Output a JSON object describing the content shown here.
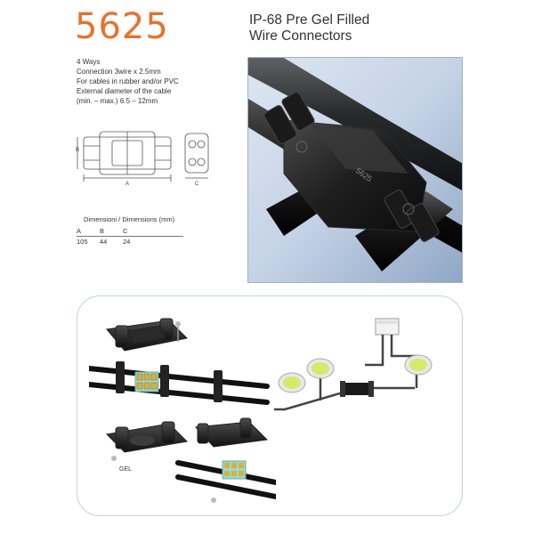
{
  "header": {
    "model_number": "5625",
    "title_line1": "IP-68 Pre Gel Filled",
    "title_line2": "Wire Connectors"
  },
  "specs": {
    "line1": "4 Ways",
    "line2": "Connection 3wire x 2.5mm",
    "line3": "For cables in rubber and/or PVC",
    "line4": "External diameter of the cable",
    "line5": "(min. – max.) 6.5 – 12mm"
  },
  "drawing": {
    "label_a": "A",
    "label_b": "B",
    "label_c": "C"
  },
  "dimensions": {
    "title": "Dimensioni / Dimensions (mm)",
    "headers": [
      "A",
      "B",
      "C"
    ],
    "values": [
      "105",
      "44",
      "24"
    ]
  },
  "photo": {
    "embossed_text": "5625"
  },
  "figure": {
    "gel_label": "GEL"
  },
  "colors": {
    "accent": "#e8722c",
    "panel_border": "#c7cfe0",
    "gel": "#9fd9c4",
    "brass": "#d4b04a",
    "lamp": "#d8e86a"
  }
}
